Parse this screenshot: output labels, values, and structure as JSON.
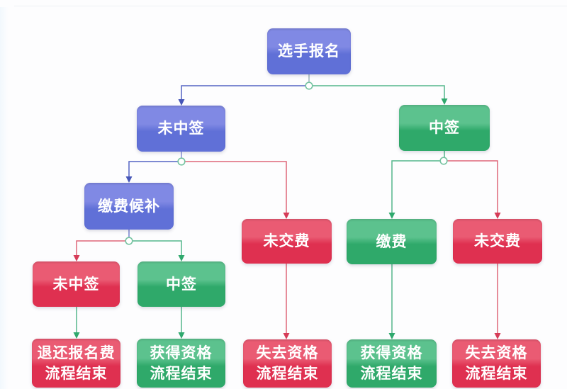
{
  "palette": {
    "background": "#fdfdfe",
    "text": "#ffffff",
    "blue_top": "#8089e4",
    "blue_bottom": "#6070d7",
    "green_top": "#5cc28e",
    "green_bottom": "#2fa96a",
    "red_top": "#ea5b73",
    "red_bottom": "#df3050",
    "line_blue": "#5564c4",
    "line_green": "#55b78c",
    "line_red": "#de6679",
    "arrow_blue": "#4656b8",
    "arrow_green": "#2fa96d",
    "arrow_red": "#d63c58",
    "dot_border": "#74c3a0",
    "stub_gray": "#9cb4bb"
  },
  "flowchart": {
    "nodes": [
      {
        "id": "start",
        "label": "选手报名",
        "color": "blue"
      },
      {
        "id": "not-selected",
        "label": "未中签",
        "color": "blue"
      },
      {
        "id": "selected",
        "label": "中签",
        "color": "green"
      },
      {
        "id": "payment-waitlist",
        "label": "缴费候补",
        "color": "blue"
      },
      {
        "id": "unpaid-mid",
        "label": "未交费",
        "color": "red"
      },
      {
        "id": "pay",
        "label": "缴费",
        "color": "green"
      },
      {
        "id": "unpaid-right",
        "label": "未交费",
        "color": "red"
      },
      {
        "id": "wl-not-selected",
        "label": "未中签",
        "color": "red"
      },
      {
        "id": "wl-selected",
        "label": "中签",
        "color": "green"
      },
      {
        "id": "refund-end",
        "label": "退还报名费\n流程结束",
        "color": "red"
      },
      {
        "id": "qualified-end-1",
        "label": "获得资格\n流程结束",
        "color": "green"
      },
      {
        "id": "lost-end-1",
        "label": "失去资格\n流程结束",
        "color": "red"
      },
      {
        "id": "qualified-end-2",
        "label": "获得资格\n流程结束",
        "color": "green"
      },
      {
        "id": "lost-end-2",
        "label": "失去资格\n流程结束",
        "color": "red"
      }
    ],
    "edges": [
      {
        "from": "选手报名",
        "to": "未中签",
        "color": "blue"
      },
      {
        "from": "选手报名",
        "to": "中签",
        "color": "green"
      },
      {
        "from": "未中签",
        "to": "缴费候补",
        "color": "blue"
      },
      {
        "from": "未中签",
        "to": "未交费",
        "color": "red"
      },
      {
        "from": "中签",
        "to": "缴费",
        "color": "green"
      },
      {
        "from": "中签",
        "to": "未交费",
        "color": "red"
      },
      {
        "from": "缴费候补",
        "to": "未中签",
        "color": "red"
      },
      {
        "from": "缴费候补",
        "to": "中签",
        "color": "green"
      },
      {
        "from": "未中签(候补)",
        "to": "退还报名费 流程结束",
        "color": "green"
      },
      {
        "from": "中签(候补)",
        "to": "获得资格 流程结束",
        "color": "green"
      },
      {
        "from": "未交费(左)",
        "to": "失去资格 流程结束",
        "color": "red"
      },
      {
        "from": "缴费",
        "to": "获得资格 流程结束",
        "color": "green"
      },
      {
        "from": "未交费(右)",
        "to": "失去资格 流程结束",
        "color": "red"
      }
    ]
  }
}
